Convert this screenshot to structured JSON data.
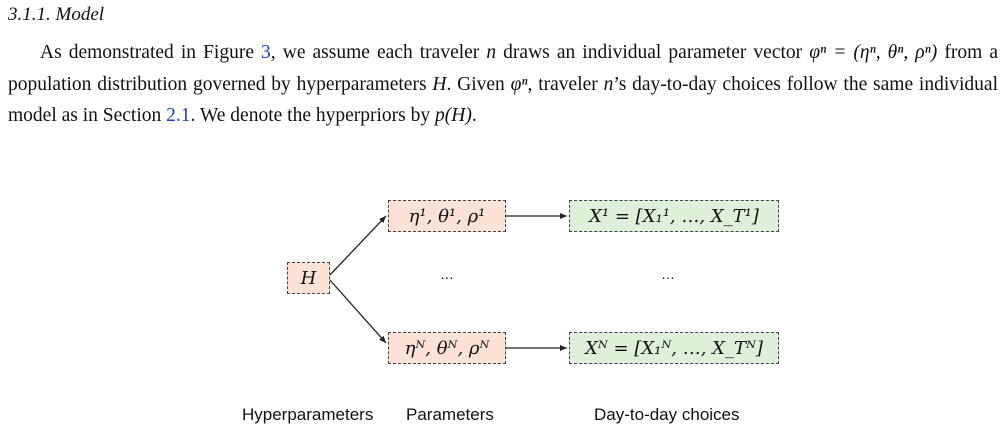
{
  "section": {
    "title": "3.1.1. Model"
  },
  "paragraph": {
    "t1": "As demonstrated in Figure ",
    "ref_figure": "3",
    "t2": ", we assume each traveler ",
    "n1": "n",
    "t3": " draws an individual parameter vector ",
    "phi_vec": "φⁿ = (ηⁿ, θⁿ, ρⁿ)",
    "t4": " from a population distribution governed by hyperparameters ",
    "H1": "H",
    "t5": ". Given ",
    "phi2": "φⁿ",
    "t6": ", traveler ",
    "n2": "n",
    "t7": "’s day-to-day choices follow the same individual model as in Section ",
    "ref_section": "2.1",
    "t8": ". We denote the hyperpriors by ",
    "pH": "p(H)",
    "t9": "."
  },
  "diagram": {
    "hyper_box": "H",
    "param_top": "η¹, θ¹, ρ¹",
    "param_bottom": "ηᴺ, θᴺ, ρᴺ",
    "choice_top": "X¹ = [X₁¹, …, X_T¹]",
    "choice_bottom": "Xᴺ = [X₁ᴺ, …, X_Tᴺ]",
    "ellipsis_params": "…",
    "ellipsis_choices": "…",
    "captions": {
      "hyper": "Hyperparameters",
      "params": "Parameters",
      "choices": "Day-to-day choices"
    },
    "colors": {
      "orange_fill": "#fbe2d5",
      "green_fill": "#dff0d8",
      "border": "#444444"
    }
  }
}
